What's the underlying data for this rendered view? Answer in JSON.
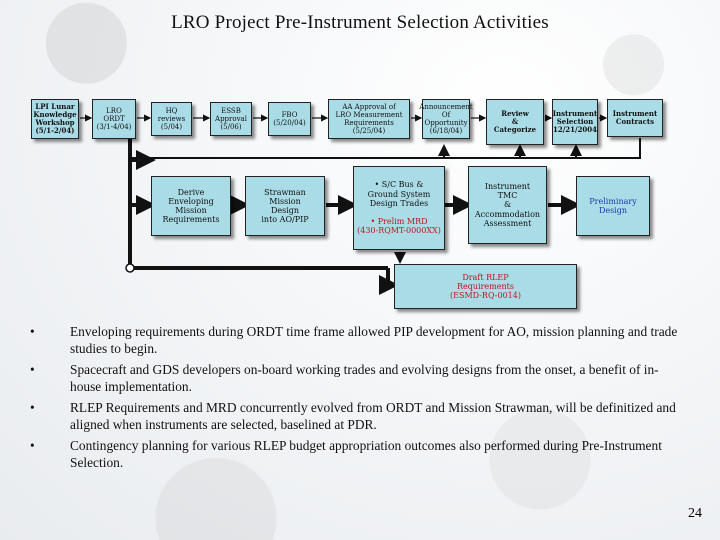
{
  "title": "LRO Project Pre-Instrument Selection Activities",
  "top_row": [
    {
      "lines": [
        "LPI Lunar",
        "Knowledge",
        "Workshop",
        "(5/1-2/04)"
      ],
      "bold": true
    },
    {
      "lines": [
        "LRO",
        "ORDT",
        "(3/1-4/04)"
      ],
      "bold": false
    },
    {
      "lines": [
        "HQ reviews",
        "(5/04)"
      ],
      "bold": false
    },
    {
      "lines": [
        "ESSB",
        "Approval",
        "(5/06)"
      ],
      "bold": false
    },
    {
      "lines": [
        "FBO",
        "(5/20/04)"
      ],
      "bold": false
    },
    {
      "lines": [
        "AA Approval of",
        "LRO Measurement",
        "Requirements",
        "(5/25/04)"
      ],
      "bold": false
    },
    {
      "lines": [
        "Announcement",
        "Of Opportunity",
        "(6/18/04)"
      ],
      "bold": false
    },
    {
      "lines": [
        "Review",
        "&",
        "Categorize"
      ],
      "bold": true
    },
    {
      "lines": [
        "Instrument",
        "Selection",
        "12/21/2004"
      ],
      "bold": true
    },
    {
      "lines": [
        "Instrument",
        "Contracts"
      ],
      "bold": true
    }
  ],
  "mid_row": [
    {
      "lines": [
        "Derive",
        "Enveloping",
        "Mission",
        "Requirements"
      ]
    },
    {
      "lines": [
        "Strawman",
        "Mission",
        "Design",
        "into AO/PIP"
      ]
    },
    {
      "lines": [
        "• S/C Bus &",
        "Ground System",
        "Design Trades",
        "",
        "• Prelim MRD",
        "(430-RQMT-0000XX)"
      ],
      "red_from": 4
    },
    {
      "lines": [
        "Instrument",
        "TMC",
        "&",
        "Accommodation",
        "Assessment"
      ]
    },
    {
      "lines": [
        "Preliminary",
        "Design"
      ],
      "blue": true
    }
  ],
  "rlep_box": {
    "lines": [
      "Draft RLEP",
      "Requirements",
      "(ESMD-RQ-0014)"
    ]
  },
  "bullets": [
    "Enveloping requirements during ORDT time frame allowed PIP development for AO, mission planning and trade studies to begin.",
    "Spacecraft and GDS developers on-board working trades and evolving designs from the onset, a benefit of in-house implementation.",
    "RLEP Requirements and MRD concurrently evolved from ORDT and Mission Strawman, will be definitized and aligned when instruments are selected, baselined at PDR.",
    " Contingency planning for various RLEP budget appropriation outcomes also performed during Pre-Instrument Selection."
  ],
  "bullet_glyph": "•",
  "page_number": "24",
  "colors": {
    "box_fill": "#a9dce6",
    "red_text": "#c0141c",
    "blue_text": "#1a3ea8"
  }
}
